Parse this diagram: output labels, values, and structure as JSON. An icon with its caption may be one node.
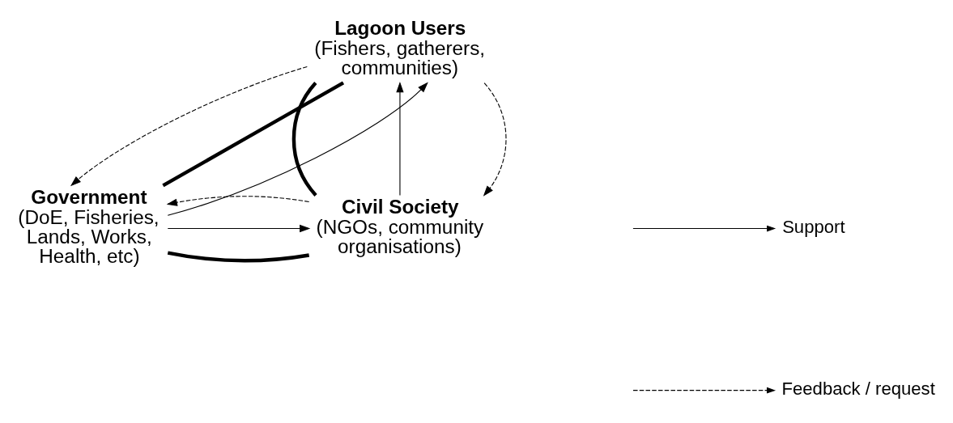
{
  "diagram": {
    "nodes": [
      {
        "text": [
          "Lagoon Users",
          "(Fishers, gatherers, communities)"
        ]
      },
      {
        "text": [
          "Government",
          "(DoE, Fisheries, Lands, Works, Health, etc)"
        ]
      },
      {
        "text": [
          "Civil Society",
          "(NGOs, community organisations)"
        ]
      }
    ],
    "edges": [
      {
        "from": 1,
        "to": 0,
        "arrow": "none",
        "style": "thick"
      },
      {
        "from": 0,
        "to": 2,
        "arrow": "none",
        "style": "thick"
      },
      {
        "from": 1,
        "to": 2,
        "arrow": "none",
        "style": "thick"
      },
      {
        "from": 1,
        "to": 0,
        "arrow": "to"
      },
      {
        "from": 2,
        "to": 0,
        "arrow": "to"
      },
      {
        "from": 1,
        "to": 2,
        "arrow": "to"
      },
      {
        "from": 0,
        "to": 1,
        "arrow": "to",
        "style": "dashed"
      },
      {
        "from": 0,
        "to": 2,
        "arrow": "to",
        "style": "dashed"
      },
      {
        "from": 2,
        "to": 1,
        "arrow": "to",
        "style": "dashed"
      }
    ],
    "legend": [
      {
        "text": "Support"
      },
      {
        "text": "Feedback / request"
      }
    ]
  }
}
